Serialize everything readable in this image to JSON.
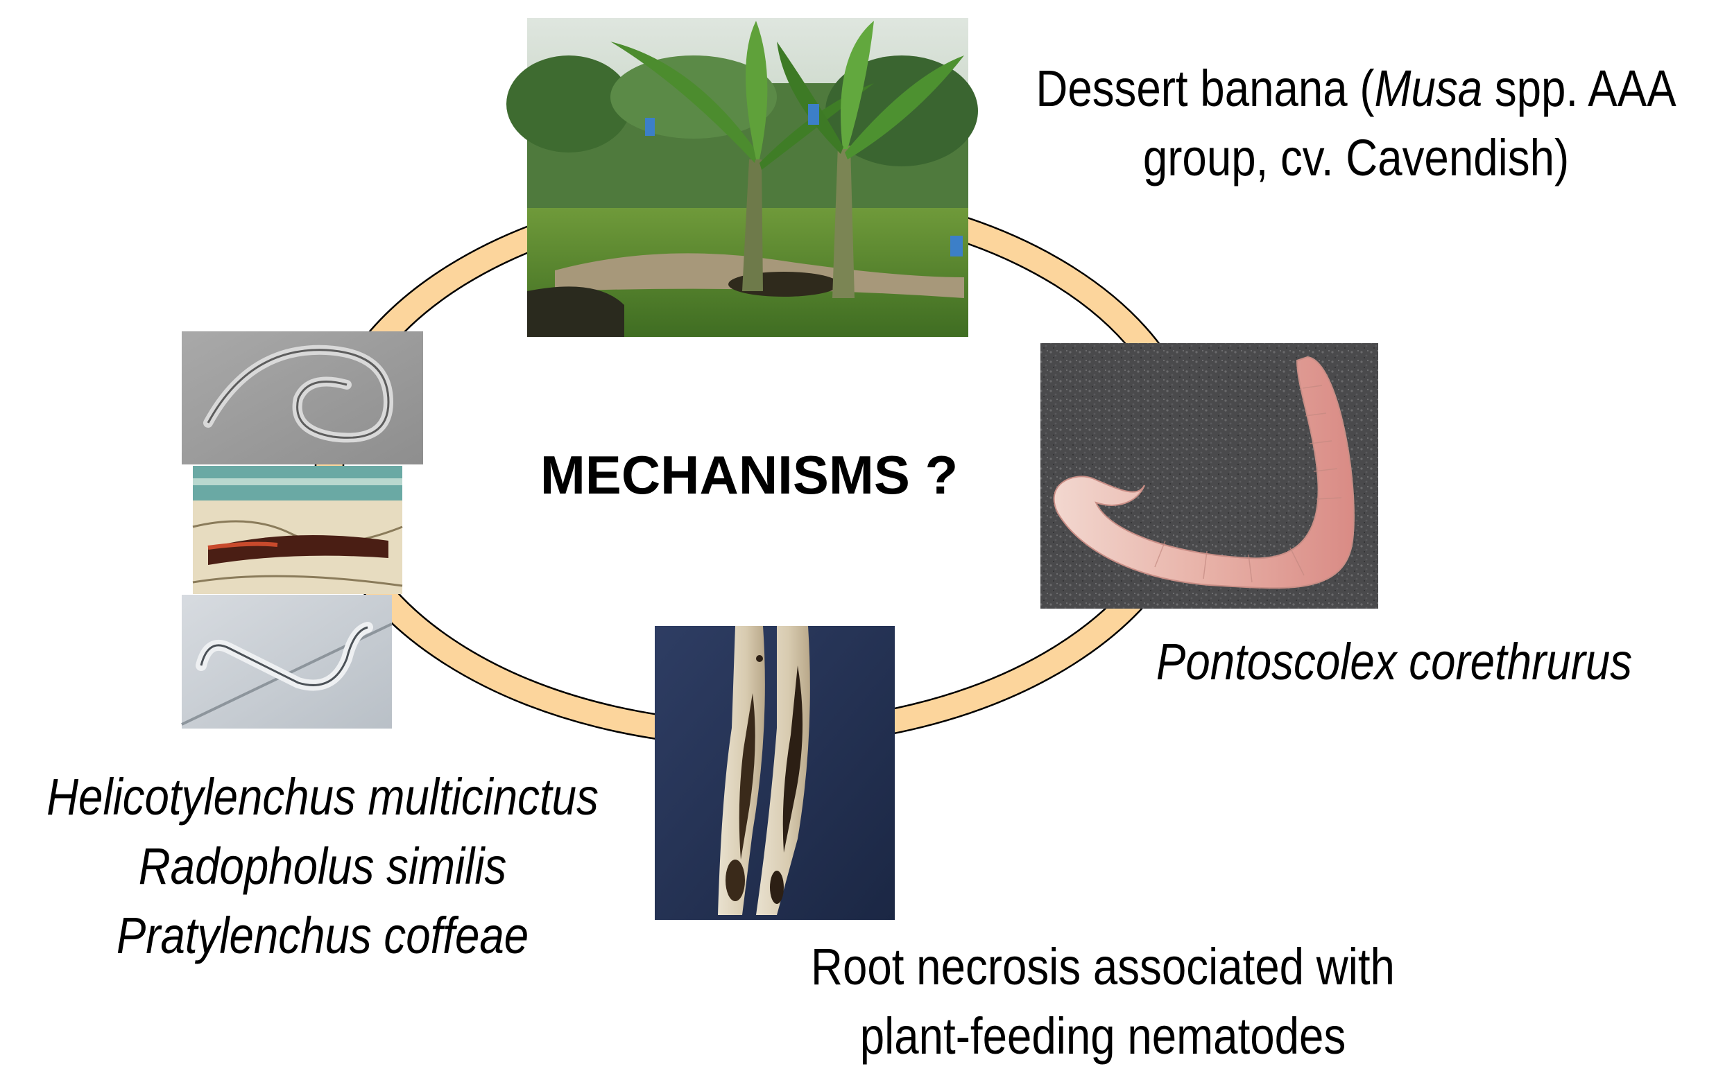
{
  "colors": {
    "ring_fill": "#fcd59c",
    "ring_stroke": "#000000",
    "background": "#ffffff"
  },
  "center_question": "MECHANISMS ?",
  "banana": {
    "line1_pre": "Dessert banana (",
    "line1_italic": "Musa",
    "line1_post": " spp. AAA",
    "line2": "group, cv. Cavendish)",
    "photo": "banana-plantation-photo"
  },
  "earthworm": {
    "name": "Pontoscolex corethrurus",
    "photo": "earthworm-photo"
  },
  "nematodes": {
    "species": [
      "Helicotylenchus multicinctus",
      "Radopholus similis",
      "Pratylenchus coffeae"
    ],
    "photos": [
      "nematode-micrograph-1",
      "nematode-in-root-tissue",
      "nematode-micrograph-2"
    ]
  },
  "roots": {
    "line1": "Root necrosis associated with",
    "line2": "plant-feeding nematodes",
    "photo": "necrotic-roots-photo"
  }
}
